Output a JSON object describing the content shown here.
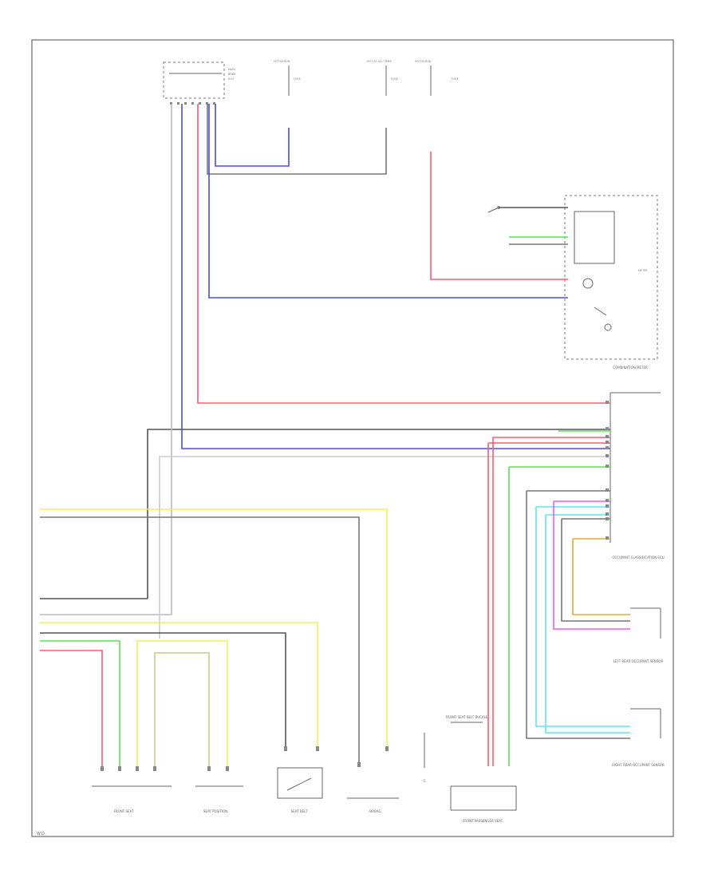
{
  "colors": {
    "frame": "#6a6a6a",
    "red": "#ff5a6e",
    "blue": "#4a4aee",
    "green": "#5ce05c",
    "yellow": "#f2ee5a",
    "cyan": "#5ce8ee",
    "magenta": "#ee5cee",
    "orange": "#e8a838",
    "gray": "#555555",
    "light": "#bbbbbb"
  },
  "labels": {
    "corner": "W.D.",
    "combination_meter": "COMBINATION METER",
    "occupant_classification_ecu": "OCCUPANT CLASSIFICATION ECU",
    "left_rear_sensor": "LEFT REAR OCCUPANT SENSOR",
    "right_rear_sensor": "RIGHT REAR OCCUPANT SENSOR",
    "front_seat_belt_buckle": "FRONT SEAT BELT BUCKLE",
    "front_passenger_seat": "FRONT PASSENGER SEAT",
    "hot_fuse_1": "HOT IN RUN",
    "hot_fuse_2": "HOT AT ALL TIMES",
    "hot_fuse_3": "HOT IN RUN",
    "ground": "G"
  },
  "icons": [
    "ground-icon",
    "switch-icon",
    "fuse-icon",
    "connector-icon"
  ]
}
